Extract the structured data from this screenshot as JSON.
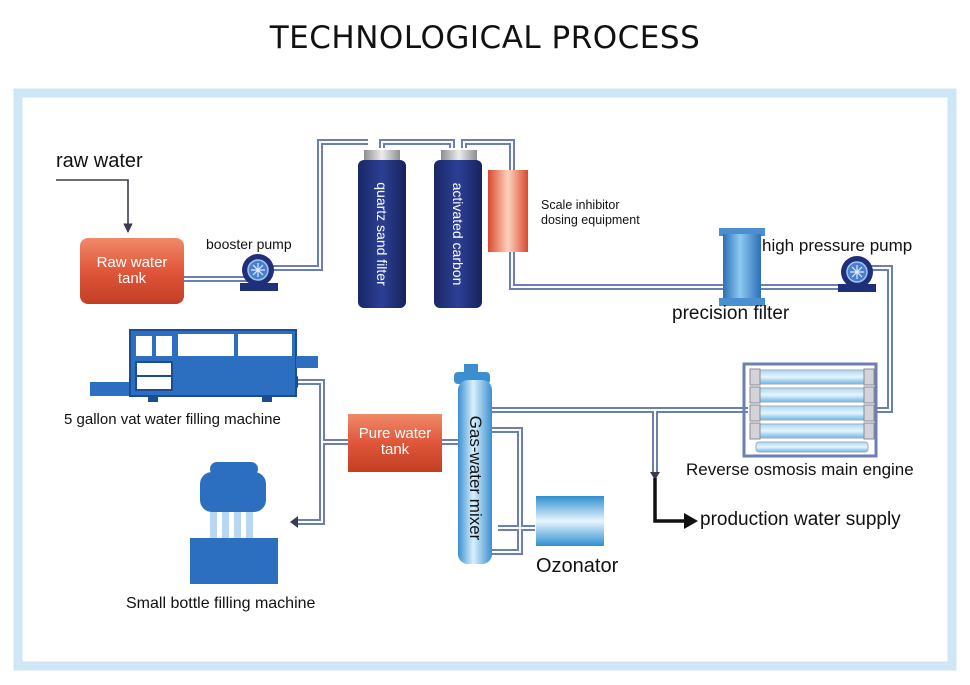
{
  "title": "TECHNOLOGICAL PROCESS",
  "labels": {
    "raw_water": "raw water",
    "raw_water_tank": "Raw water\ntank",
    "booster_pump": "booster pump",
    "quartz_sand_filter": "quartz sand filter",
    "activated_carbon": "activated carbon",
    "scale_inhibitor": "Scale inhibitor\ndosing equipment",
    "high_pressure_pump": "high pressure pump",
    "precision_filter": "precision filter",
    "reverse_osmosis": "Reverse osmosis main engine",
    "production_water_supply": "production water supply",
    "ozonator": "Ozonator",
    "gas_water_mixer": "Gas-water mixer",
    "pure_water_tank": "Pure water\ntank",
    "vat_filling_machine": "5 gallon vat water filling machine",
    "small_bottle_filling_machine": "Small bottle filling machine"
  },
  "colors": {
    "frame": "#cfe6f6",
    "pipe_outer": "#6b7fb3",
    "tank_red": "#e0563a",
    "vessel_navy": "#1f2f7a",
    "equipment_blue": "#2c6fc0"
  }
}
